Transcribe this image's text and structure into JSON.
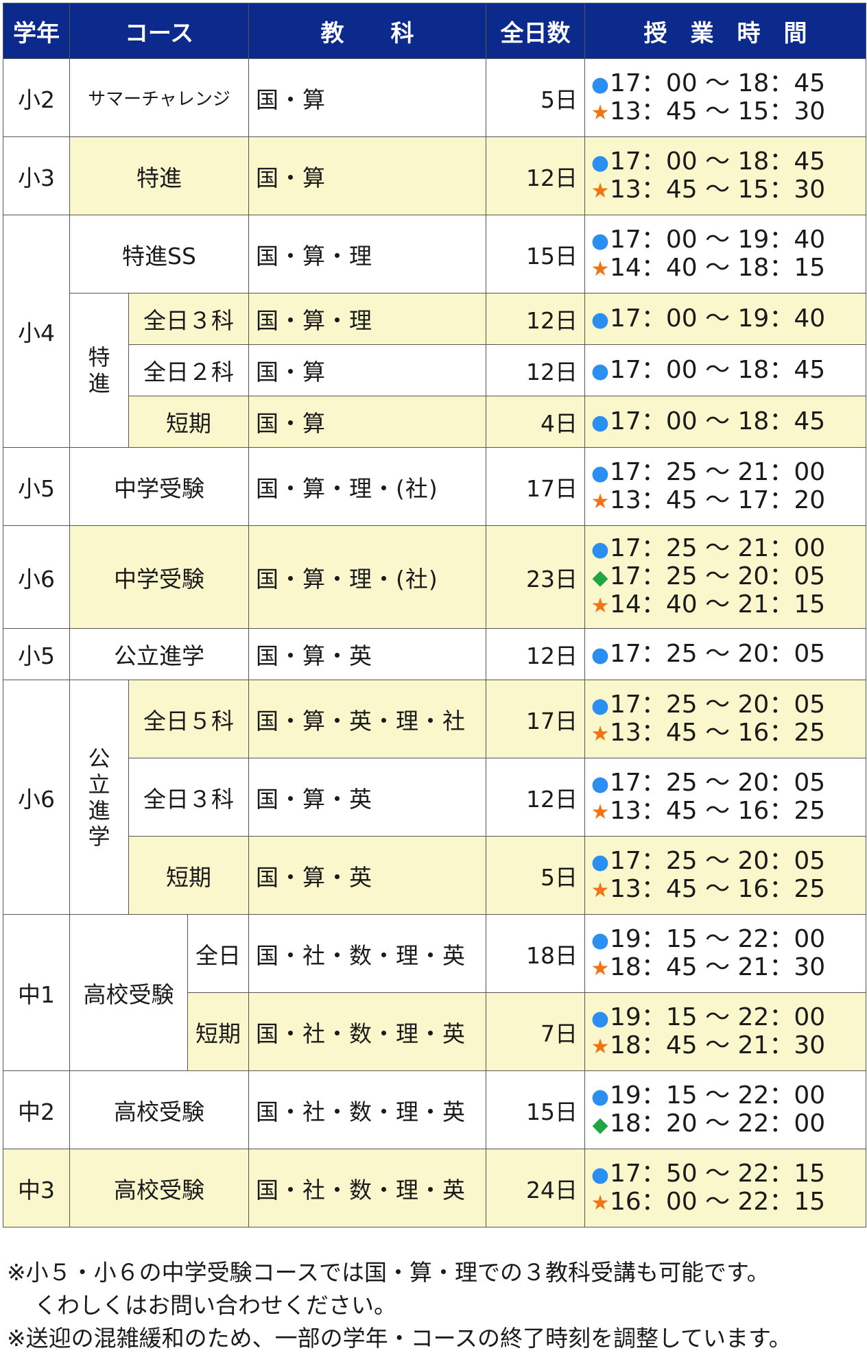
{
  "header": {
    "grade": "学年",
    "course": "コース",
    "subjects": "教　　科",
    "days": "全日数",
    "hours": "授　業　時　間"
  },
  "icons": {
    "circle": {
      "glyph": "●",
      "color": "#2a8ff0"
    },
    "star": {
      "glyph": "★",
      "color": "#f27313"
    },
    "diamond": {
      "glyph": "◆",
      "color": "#1fa640"
    }
  },
  "rows": [
    {
      "grade": "小2",
      "course": "サマーチャレンジ",
      "subjects": "国・算",
      "days": "5日",
      "times": [
        "17：00 ～ 18：45",
        "13：45 ～ 15：30"
      ]
    },
    {
      "grade": "小3",
      "course": "特進",
      "subjects": "国・算",
      "days": "12日",
      "times": [
        "17：00 ～ 18：45",
        "13：45 ～ 15：30"
      ]
    },
    {
      "grade": "小4",
      "course": "特進SS",
      "subjects": "国・算・理",
      "days": "15日",
      "times": [
        "17：00 ～ 19：40",
        "14：40 ～ 18：15"
      ]
    },
    {
      "group": [
        "特",
        "進"
      ],
      "course": "全日３科",
      "subjects": "国・算・理",
      "days": "12日",
      "times": [
        "17：00 ～ 19：40"
      ]
    },
    {
      "course": "全日２科",
      "subjects": "国・算",
      "days": "12日",
      "times": [
        "17：00 ～ 18：45"
      ]
    },
    {
      "course": "短期",
      "subjects": "国・算",
      "days": "4日",
      "times": [
        "17：00 ～ 18：45"
      ]
    },
    {
      "grade": "小5",
      "course": "中学受験",
      "subjects": "国・算・理・(社)",
      "days": "17日",
      "times": [
        "17：25 ～ 21：00",
        "13：45 ～ 17：20"
      ]
    },
    {
      "grade": "小6",
      "course": "中学受験",
      "subjects": "国・算・理・(社)",
      "days": "23日",
      "times": [
        "17：25 ～ 21：00",
        "17：25 ～ 20：05",
        "14：40 ～ 21：15"
      ]
    },
    {
      "grade": "小5",
      "course": "公立進学",
      "subjects": "国・算・英",
      "days": "12日",
      "times": [
        "17：25 ～ 20：05"
      ]
    },
    {
      "grade": "小6",
      "group": [
        "公",
        "立",
        "進",
        "学"
      ],
      "course": "全日５科",
      "subjects": "国・算・英・理・社",
      "days": "17日",
      "times": [
        "17：25 ～ 20：05",
        "13：45 ～ 16：25"
      ]
    },
    {
      "course": "全日３科",
      "subjects": "国・算・英",
      "days": "12日",
      "times": [
        "17：25 ～ 20：05",
        "13：45 ～ 16：25"
      ]
    },
    {
      "course": "短期",
      "subjects": "国・算・英",
      "days": "5日",
      "times": [
        "17：25 ～ 20：05",
        "13：45 ～ 16：25"
      ]
    },
    {
      "grade": "中1",
      "group": "高校受験",
      "course": "全日",
      "subjects": "国・社・数・理・英",
      "days": "18日",
      "times": [
        "19：15 ～ 22：00",
        "18：45 ～ 21：30"
      ]
    },
    {
      "course": "短期",
      "subjects": "国・社・数・理・英",
      "days": "7日",
      "times": [
        "19：15 ～ 22：00",
        "18：45 ～ 21：30"
      ]
    },
    {
      "grade": "中2",
      "course": "高校受験",
      "subjects": "国・社・数・理・英",
      "days": "15日",
      "times": [
        "19：15 ～ 22：00",
        "18：20 ～ 22：00"
      ]
    },
    {
      "grade": "中3",
      "course": "高校受験",
      "subjects": "国・社・数・理・英",
      "days": "24日",
      "times": [
        "17：50 ～ 22：15",
        "16：00 ～ 22：15"
      ]
    }
  ],
  "notes": [
    "※小５・小６の中学受験コースでは国・算・理での３教科受講も可能です。",
    "くわしくはお問い合わせください。",
    "※送迎の混雑緩和のため、一部の学年・コースの終了時刻を調整しています。"
  ]
}
